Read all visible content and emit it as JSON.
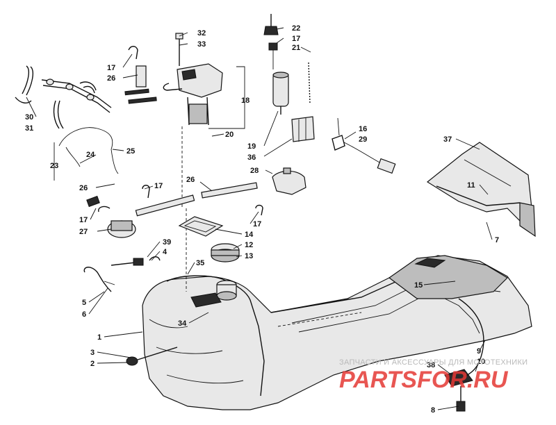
{
  "callouts": [
    {
      "id": "p32",
      "num": "32"
    },
    {
      "id": "p33",
      "num": "33"
    },
    {
      "id": "p22",
      "num": "22"
    },
    {
      "id": "p17a",
      "num": "17"
    },
    {
      "id": "p21",
      "num": "21"
    },
    {
      "id": "p17b",
      "num": "17"
    },
    {
      "id": "p26a",
      "num": "26"
    },
    {
      "id": "p18",
      "num": "18"
    },
    {
      "id": "p30",
      "num": "30"
    },
    {
      "id": "p31",
      "num": "31"
    },
    {
      "id": "p20",
      "num": "20"
    },
    {
      "id": "p19",
      "num": "19"
    },
    {
      "id": "p36",
      "num": "36"
    },
    {
      "id": "p16",
      "num": "16"
    },
    {
      "id": "p29",
      "num": "29"
    },
    {
      "id": "p37",
      "num": "37"
    },
    {
      "id": "p24",
      "num": "24"
    },
    {
      "id": "p25",
      "num": "25"
    },
    {
      "id": "p23",
      "num": "23"
    },
    {
      "id": "p28",
      "num": "28"
    },
    {
      "id": "p26b",
      "num": "26"
    },
    {
      "id": "p26c",
      "num": "26"
    },
    {
      "id": "p17c",
      "num": "17"
    },
    {
      "id": "p11",
      "num": "11"
    },
    {
      "id": "p17d",
      "num": "17"
    },
    {
      "id": "p27",
      "num": "27"
    },
    {
      "id": "p17e",
      "num": "17"
    },
    {
      "id": "p14",
      "num": "14"
    },
    {
      "id": "p12",
      "num": "12"
    },
    {
      "id": "p13",
      "num": "13"
    },
    {
      "id": "p7",
      "num": "7"
    },
    {
      "id": "p39",
      "num": "39"
    },
    {
      "id": "p4",
      "num": "4"
    },
    {
      "id": "p35",
      "num": "35"
    },
    {
      "id": "p5",
      "num": "5"
    },
    {
      "id": "p6",
      "num": "6"
    },
    {
      "id": "p15",
      "num": "15"
    },
    {
      "id": "p34",
      "num": "34"
    },
    {
      "id": "p1",
      "num": "1"
    },
    {
      "id": "p3",
      "num": "3"
    },
    {
      "id": "p2",
      "num": "2"
    },
    {
      "id": "p9",
      "num": "9"
    },
    {
      "id": "p10",
      "num": "10"
    },
    {
      "id": "p38",
      "num": "38"
    },
    {
      "id": "p8",
      "num": "8"
    }
  ],
  "watermark": {
    "caption": "ЗАПЧАСТИ И АКСЕССУАРЫ ДЛЯ МОТОТЕХНИКИ",
    "logo_text": "PARTSFOR.RU",
    "logo_color": "#e53935"
  }
}
